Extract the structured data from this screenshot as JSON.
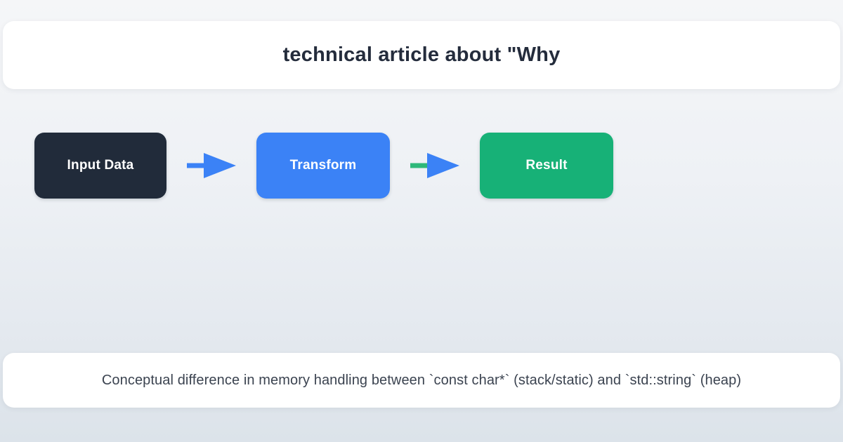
{
  "header": {
    "title": "technical article about \"Why"
  },
  "flow": {
    "nodes": [
      {
        "label": "Input Data",
        "color": "#212b3a",
        "text_color": "#ffffff"
      },
      {
        "label": "Transform",
        "color": "#3b82f6",
        "text_color": "#ffffff"
      },
      {
        "label": "Result",
        "color": "#17b177",
        "text_color": "#ffffff"
      }
    ],
    "arrows": [
      {
        "name": "arrow-input-to-transform",
        "shaft_color": "#3b82f6",
        "head_color": "#3b82f6"
      },
      {
        "name": "arrow-transform-to-result",
        "shaft_color": "#2eb87a",
        "head_color": "#3b82f6"
      }
    ]
  },
  "footer": {
    "caption": "Conceptual difference in memory handling between `const char*` (stack/static) and `std::string` (heap)"
  }
}
